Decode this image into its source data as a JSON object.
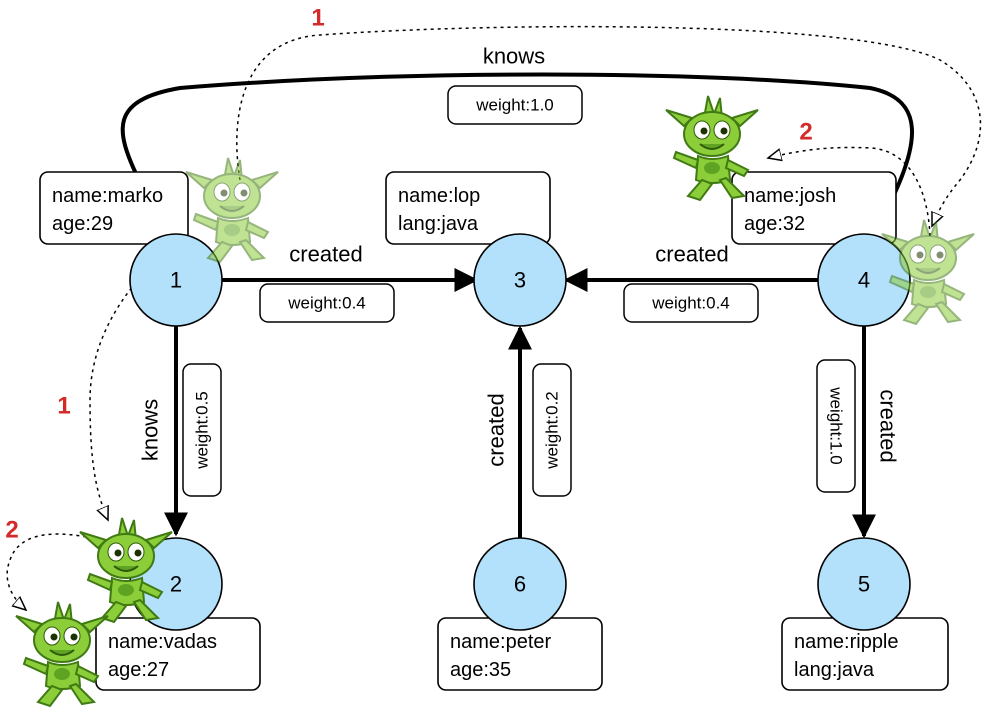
{
  "vertices": [
    {
      "id": "1",
      "props": [
        "name:marko",
        "age:29"
      ]
    },
    {
      "id": "2",
      "props": [
        "name:vadas",
        "age:27"
      ]
    },
    {
      "id": "3",
      "props": [
        "name:lop",
        "lang:java"
      ]
    },
    {
      "id": "4",
      "props": [
        "name:josh",
        "age:32"
      ]
    },
    {
      "id": "5",
      "props": [
        "name:ripple",
        "lang:java"
      ]
    },
    {
      "id": "6",
      "props": [
        "name:peter",
        "age:35"
      ]
    }
  ],
  "edges": [
    {
      "from": "1",
      "to": "4",
      "label": "knows",
      "weight": "weight:1.0"
    },
    {
      "from": "1",
      "to": "3",
      "label": "created",
      "weight": "weight:0.4"
    },
    {
      "from": "4",
      "to": "3",
      "label": "created",
      "weight": "weight:0.4"
    },
    {
      "from": "1",
      "to": "2",
      "label": "knows",
      "weight": "weight:0.5"
    },
    {
      "from": "6",
      "to": "3",
      "label": "created",
      "weight": "weight:0.2"
    },
    {
      "from": "4",
      "to": "5",
      "label": "created",
      "weight": "weight:1.0"
    }
  ],
  "steps": {
    "top": "1",
    "left": "1",
    "josh": "2",
    "vadas": "2"
  },
  "colors": {
    "vertex_fill": "#b3e0fb",
    "step_label": "#d32a2a",
    "traverser": "#8ccd3a"
  },
  "icons": {
    "traverser": "goblin-traverser-icon"
  }
}
